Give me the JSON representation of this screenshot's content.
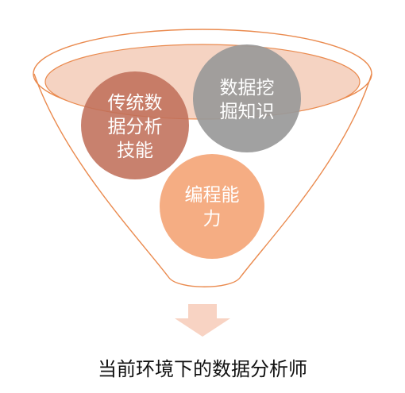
{
  "diagram": {
    "circles": [
      {
        "id": "data-mining",
        "lines": [
          "数据挖",
          "掘知识"
        ],
        "color": "#999999"
      },
      {
        "id": "traditional-analysis",
        "lines": [
          "传统数",
          "据分析",
          "技能"
        ],
        "color": "#c0705a"
      },
      {
        "id": "programming",
        "lines": [
          "编程能",
          "力"
        ],
        "color": "#f4a97c"
      }
    ],
    "caption": "当前环境下的数据分析师",
    "colors": {
      "funnel_outline": "#ea8a4e",
      "rim_fill": "#f5d3c2",
      "arrow_fill": "#f8d3c3"
    }
  }
}
